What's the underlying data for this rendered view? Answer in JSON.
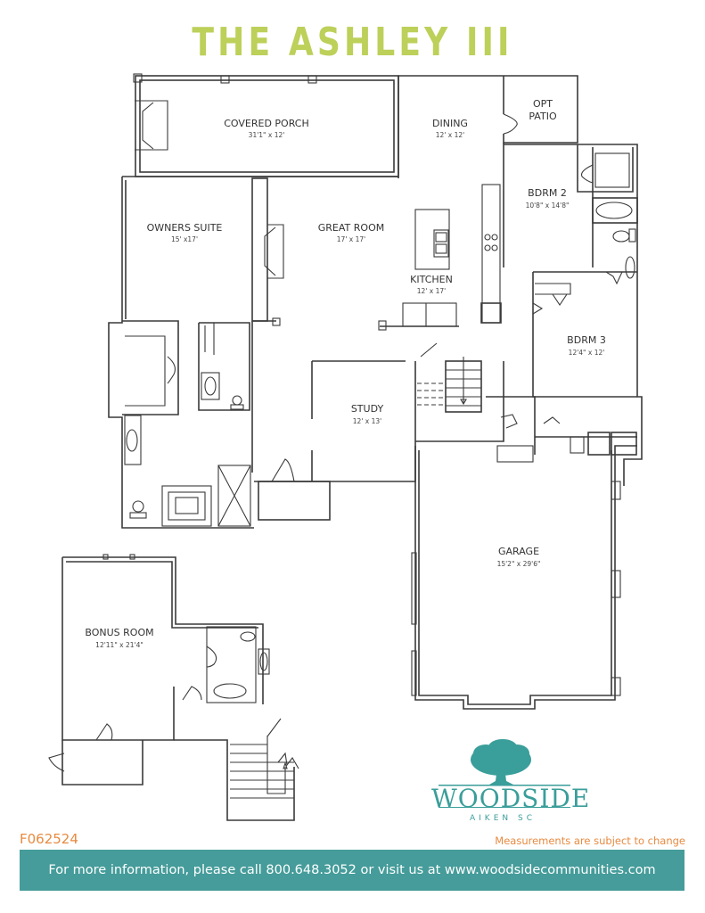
{
  "header": {
    "title": "THE ASHLEY III"
  },
  "rooms": {
    "covered_porch": {
      "name": "COVERED PORCH",
      "dims": "31'1\" x 12'"
    },
    "dining": {
      "name": "DINING",
      "dims": "12' x 12'"
    },
    "opt_patio": {
      "name_line1": "OPT",
      "name_line2": "PATIO"
    },
    "bdrm2": {
      "name": "BDRM 2",
      "dims": "10'8\" x 14'8\""
    },
    "owners_suite": {
      "name": "OWNERS SUITE",
      "dims": "15' x17'"
    },
    "great_room": {
      "name": "GREAT ROOM",
      "dims": "17' x 17'"
    },
    "kitchen": {
      "name": "KITCHEN",
      "dims": "12' x 17'"
    },
    "bdrm3": {
      "name": "BDRM 3",
      "dims": "12'4\" x 12'"
    },
    "study": {
      "name": "STUDY",
      "dims": "12' x 13'"
    },
    "garage": {
      "name": "GARAGE",
      "dims": "15'2\" x 29'6\""
    },
    "bonus_room": {
      "name": "BONUS ROOM",
      "dims": "12'11\" x 21'4\""
    }
  },
  "logo": {
    "wordmark": "WOODSIDE",
    "location": "AIKEN SC",
    "color": "#3a9e9a"
  },
  "footer": {
    "plan_code": "F062524",
    "disclaimer": "Measurements are subject to change",
    "banner_text": "For more information, please call 800.648.3052 or visit us at www.woodsidecommunities.com",
    "banner_color": "#459c9a",
    "accent_color": "#e88a40"
  },
  "colors": {
    "title": "#bcd05a",
    "lines": "#3a3a3a"
  }
}
